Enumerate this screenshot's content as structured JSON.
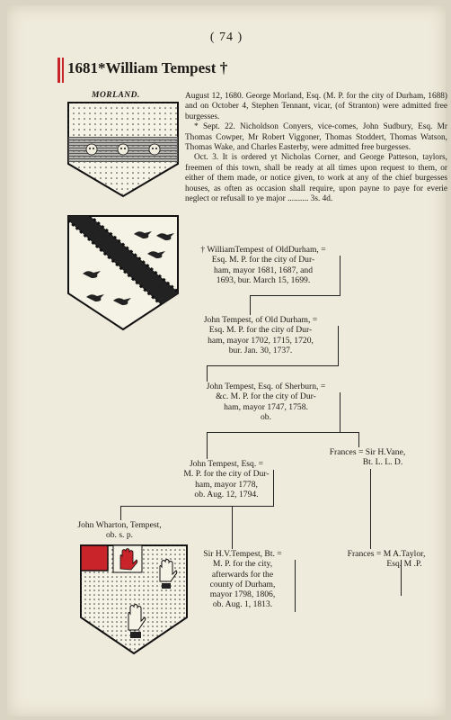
{
  "page_number": "( 74 )",
  "heading": "1681*William Tempest †",
  "shield1_label": "MORLAND.",
  "paragraphs": [
    "August 12, 1680.   George Morland, Esq. (M. P. for the city of Durham, 1688) and on October 4, Stephen Tennant, vicar, (of Stranton) were admitted free burgesses.",
    "* Sept. 22. Nicholdson Conyers, vice-comes, John Sudbury, Esq. Mr Thomas Cowper, Mr Robert Viggoner, Thomas Stoddert, Thomas Watson, Thomas Wake, and Charles Easterby, were admitted free burgesses.",
    "Oct. 3.   It is ordered yt Nicholas Corner, and George Patteson, taylors, freemen of this town, shall be ready at all times upon request to them, or either of them made, or notice given, to work at any of the chief burgesses houses, as often as occasion shall require, upon payne to paye for everie neglect or refusall to ye major"
  ],
  "penalty": "3s.  4d.",
  "pedigree": {
    "william": [
      "† WilliamTempest of OldDurham, =",
      "Esq. M. P. for the city of Dur-",
      "ham, mayor 1681, 1687, and",
      "1693, bur. March 15, 1699."
    ],
    "john1": [
      "John Tempest, of Old Durham, =",
      "Esq. M. P. for the city of Dur-",
      "ham, mayor 1702, 1715, 1720,",
      "bur. Jan. 30, 1737."
    ],
    "john2": [
      "John Tempest, Esq. of Sherburn, =",
      "&c. M. P. for the city of Dur-",
      "ham, mayor 1747, 1758.",
      "ob."
    ],
    "john3": [
      "John Tempest, Esq. =",
      "M. P. for the city of Dur-",
      "ham, mayor 1778,",
      "ob. Aug. 12, 1794."
    ],
    "frances1": "Frances = Sir H.Vane,",
    "frances1b": "Bt. L. L. D.",
    "wharton": [
      "John Wharton, Tempest,",
      "ob. s. p."
    ],
    "sirhv": [
      "Sir H.V.Tempest, Bt. =",
      "M. P. for the city,",
      "afterwards for the",
      "county of Durham,",
      "mayor 1798, 1806,",
      "ob. Aug. 1, 1813."
    ],
    "frances2": "Frances = M A.Taylor,",
    "frances2b": "Esq. M .P."
  },
  "colors": {
    "red": "#c8242a",
    "ink": "#1c1a16",
    "paper": "#efebdc"
  }
}
